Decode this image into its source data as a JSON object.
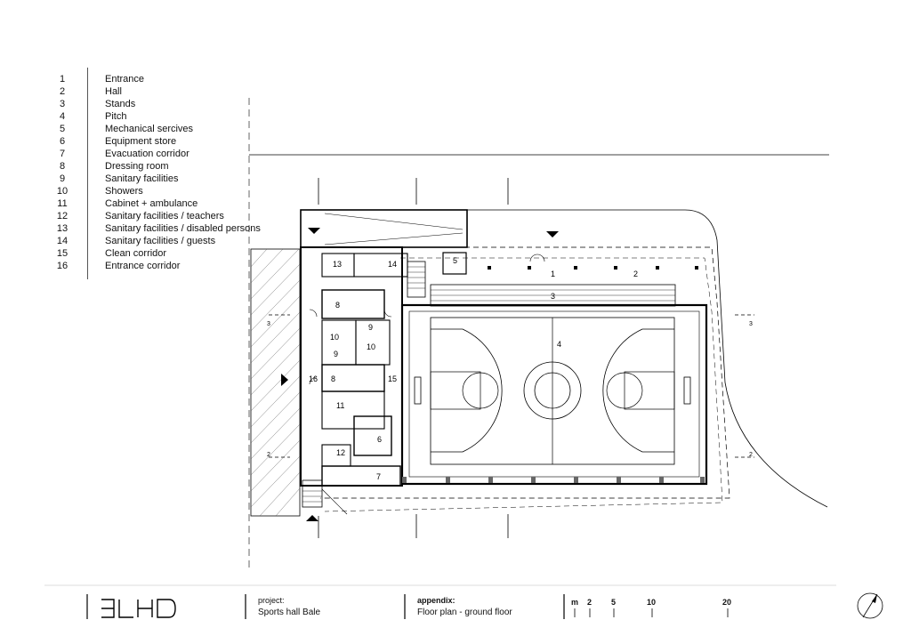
{
  "legend": [
    {
      "num": "1",
      "label": "Entrance"
    },
    {
      "num": "2",
      "label": "Hall"
    },
    {
      "num": "3",
      "label": "Stands"
    },
    {
      "num": "4",
      "label": "Pitch"
    },
    {
      "num": "5",
      "label": "Mechanical sercives"
    },
    {
      "num": "6",
      "label": "Equipment store"
    },
    {
      "num": "7",
      "label": "Evacuation corridor"
    },
    {
      "num": "8",
      "label": "Dressing room"
    },
    {
      "num": "9",
      "label": "Sanitary facilities"
    },
    {
      "num": "10",
      "label": "Showers"
    },
    {
      "num": "11",
      "label": "Cabinet + ambulance"
    },
    {
      "num": "12",
      "label": "Sanitary facilities / teachers"
    },
    {
      "num": "13",
      "label": "Sanitary facilities / disabled persons"
    },
    {
      "num": "14",
      "label": "Sanitary facilities / guests"
    },
    {
      "num": "15",
      "label": "Clean corridor"
    },
    {
      "num": "16",
      "label": "Entrance corridor"
    }
  ],
  "plan_labels": {
    "r1": "1",
    "r2": "2",
    "r3": "3",
    "r4": "4",
    "r5": "5",
    "r6": "6",
    "r7": "7",
    "r8a": "8",
    "r8b": "8",
    "r9a": "9",
    "r9b": "9",
    "r10a": "10",
    "r10b": "10",
    "r11": "11",
    "r12": "12",
    "r13": "13",
    "r14": "14",
    "r15": "15",
    "r16": "16",
    "sec_left": "3",
    "sec_right": "3",
    "sec2_left": "2",
    "sec2_right": "2"
  },
  "title_block": {
    "logo": "3LHD",
    "project_label": "project:",
    "project_value": "Sports hall Bale",
    "appendix_label": "appendix:",
    "appendix_value": "Floor plan - ground floor",
    "scale_unit": "m",
    "scale_ticks": [
      "2",
      "5",
      "10",
      "20"
    ]
  }
}
